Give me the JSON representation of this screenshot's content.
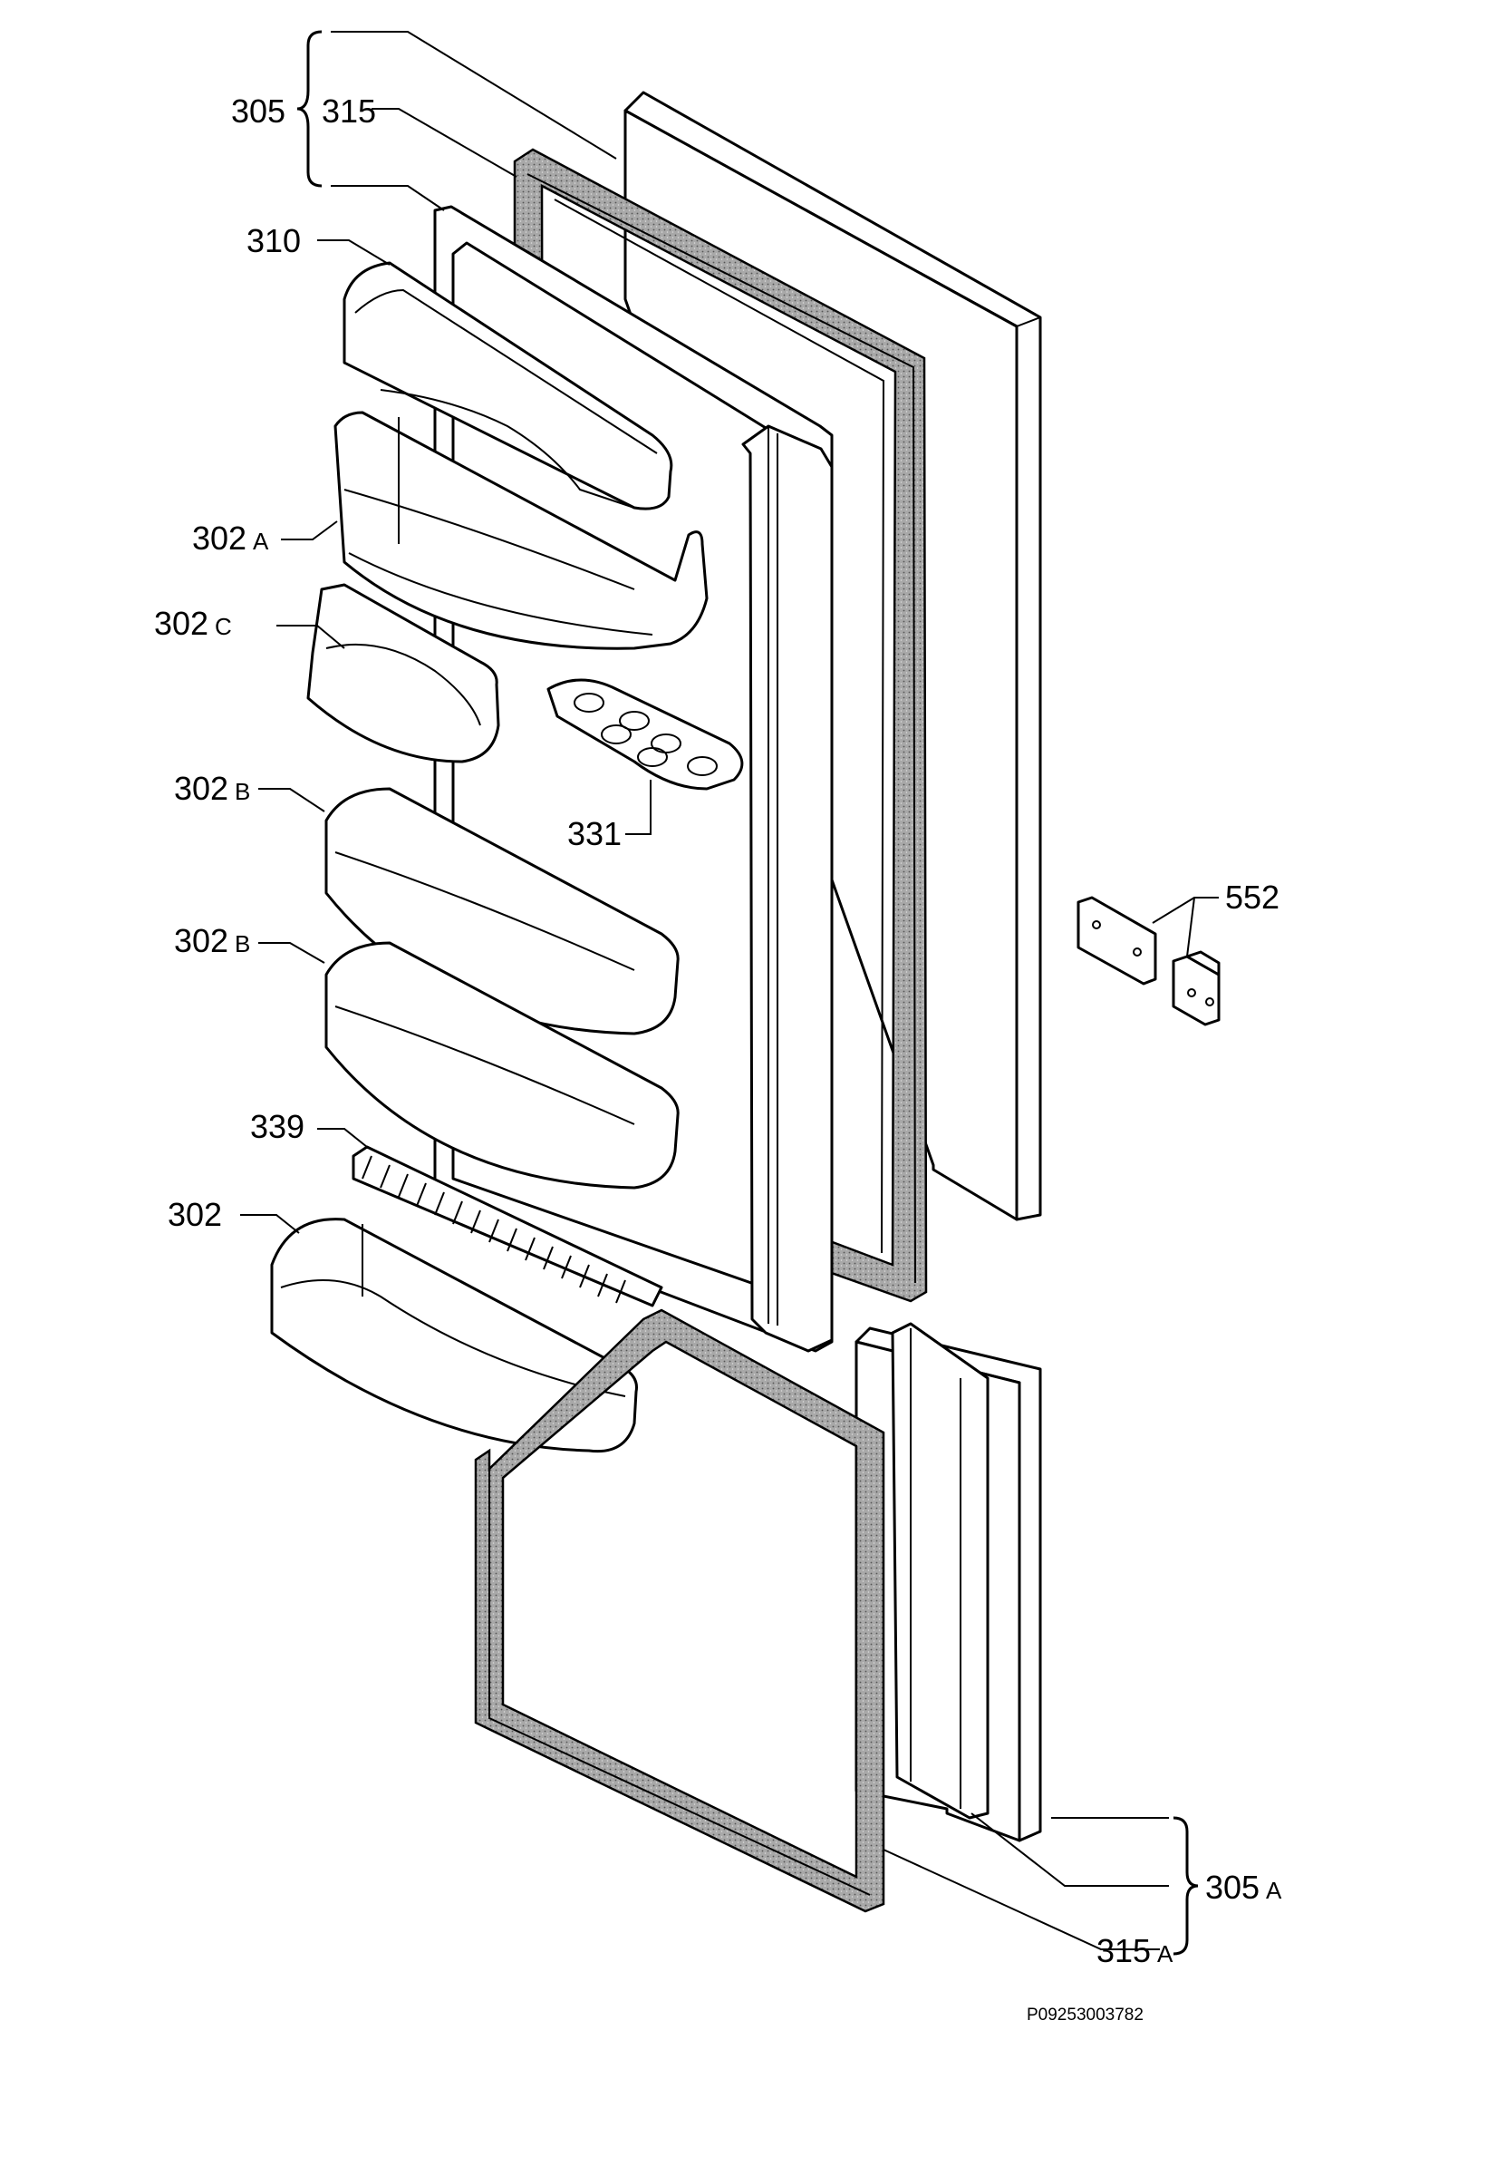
{
  "labels": {
    "l305": "305",
    "l315": "315",
    "l310": "310",
    "l302a_num": "302",
    "l302a_suf": "A",
    "l302c_num": "302",
    "l302c_suf": "C",
    "l331": "331",
    "l302b1_num": "302",
    "l302b1_suf": "B",
    "l302b2_num": "302",
    "l302b2_suf": "B",
    "l552": "552",
    "l339": "339",
    "l302": "302",
    "l305a_num": "305",
    "l305a_suf": "A",
    "l315a_num": "315",
    "l315a_suf": "A"
  },
  "drawing_code": "P09253003782"
}
